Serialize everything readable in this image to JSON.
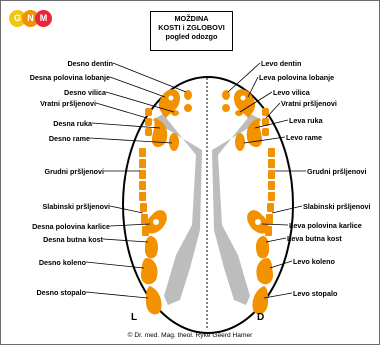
{
  "logo": {
    "letters": [
      "G",
      "N",
      "M"
    ],
    "colors": [
      "#f2c413",
      "#f39200",
      "#e4273a"
    ]
  },
  "title": {
    "line1": "MOŽDINA",
    "line2": "KOSTI i ZGLOBOVI",
    "line3": "pogled odozgo"
  },
  "colors": {
    "bone": "#f39200",
    "marrow": "#bdbdbd",
    "outline": "#000000"
  },
  "labels_left": [
    "Desno dentin",
    "Desna polovina lobanje",
    "Desno vilica",
    "Vratni pršljenovi",
    "Desna ruka",
    "Desno rame",
    "Grudni pršljenovi",
    "Slabinski pršljenovi",
    "Desna polovina karlice",
    "Desna butna kost",
    "Desno koleno",
    "Desno stopalo"
  ],
  "labels_right": [
    "Levo dentin",
    "Leva polovina lobanje",
    "Levo vilica",
    "Vratni pršljenovi",
    "Leva ruka",
    "Levo rame",
    "Grudni pršljenovi",
    "Slabinski pršljenovi",
    "Leva polovina karlice",
    "Leva butna kost",
    "Levo koleno",
    "Levo stopalo"
  ],
  "side_left": "L",
  "side_right": "D",
  "copyright": "© Dr. med. Mag. theol. Ryke Geerd Hamer"
}
